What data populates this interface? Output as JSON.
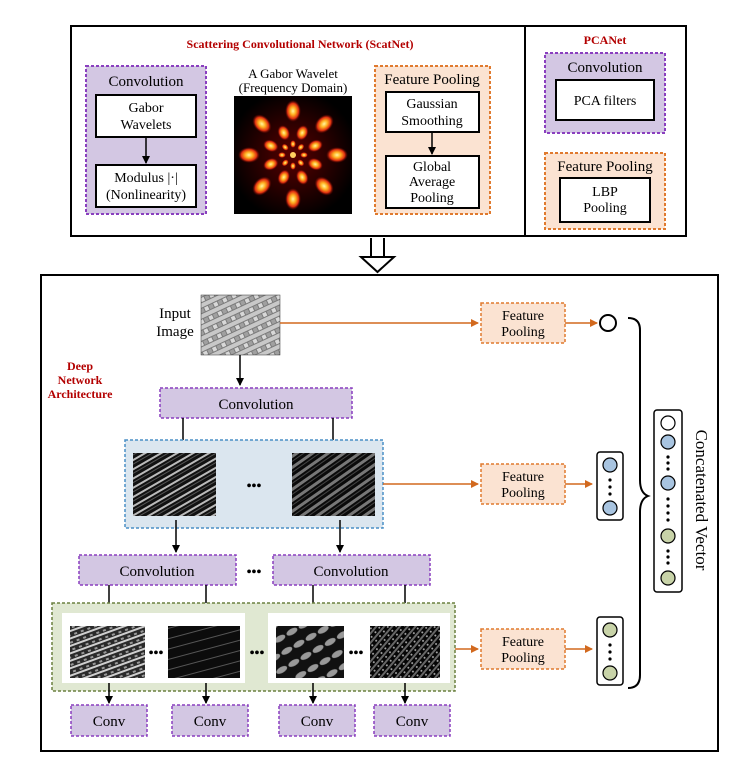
{
  "top_panel": {
    "scatnet_title": "Scattering Convolutional Network (ScatNet)",
    "pcanet_title": "PCANet",
    "scat_convolution": {
      "title": "Convolution",
      "gabor_line1": "Gabor",
      "gabor_line2": "Wavelets",
      "modulus_line1": "Modulus |·|",
      "modulus_line2": "(Nonlinearity)"
    },
    "gabor_image": {
      "caption_line1": "A Gabor Wavelet",
      "caption_line2": "(Frequency Domain)"
    },
    "scat_pooling": {
      "title": "Feature Pooling",
      "gaussian_line1": "Gaussian",
      "gaussian_line2": "Smoothing",
      "global_line1": "Global",
      "global_line2": "Average",
      "global_line3": "Pooling"
    },
    "pca_convolution": {
      "title": "Convolution",
      "filters": "PCA filters"
    },
    "pca_pooling": {
      "title": "Feature Pooling",
      "lbp_line1": "LBP",
      "lbp_line2": "Pooling"
    }
  },
  "bottom_panel": {
    "arch_title_line1": "Deep",
    "arch_title_line2": "Network",
    "arch_title_line3": "Architecture",
    "input_line1": "Input",
    "input_line2": "Image",
    "convolution_1": "Convolution",
    "convolution_2a": "Convolution",
    "convolution_2b": "Convolution",
    "ellipsis": "•••",
    "conv_labels": [
      "Conv",
      "Conv",
      "Conv",
      "Conv"
    ],
    "pooling_line1": "Feature",
    "pooling_line2": "Pooling",
    "concatenated_vector": "Concatenated Vector"
  },
  "colors": {
    "purple_fill": "#d3c7e3",
    "purple_border": "#8a3fbf",
    "orange_fill": "#fbe3d2",
    "orange_border": "#e07a2e",
    "blue_fill": "#dbe6ef",
    "blue_border": "#4a8fc6",
    "green_fill": "#e0e8d2",
    "green_border": "#6b8040",
    "arrow_orange": "#d2691e",
    "title_red": "#b30000",
    "node_blue": "#a8c4e0",
    "node_green": "#c8d3a8"
  }
}
